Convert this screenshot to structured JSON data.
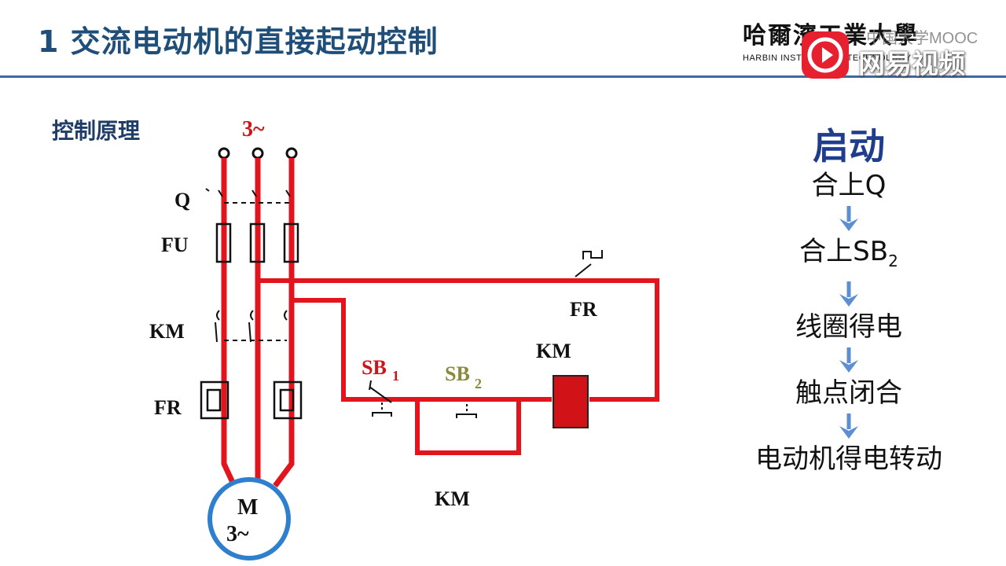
{
  "slide": {
    "title": "1 交流电动机的直接起动控制",
    "section_label": "控制原理"
  },
  "logo": {
    "university_cn": "哈爾濱工業大學",
    "university_en": "HARBIN INSTITUTE OF TECHNOLOGY",
    "mooc": "中国大学MOOC"
  },
  "watermark": {
    "text": "网易视频",
    "color": "#e6202e"
  },
  "circuit": {
    "source_label": "3~",
    "labels": {
      "q": "Q",
      "fu": "FU",
      "km_main": "KM",
      "fr_main": "FR",
      "fr_ctrl": "FR",
      "sb1": "SB",
      "sb1_sub": "1",
      "sb2": "SB",
      "sb2_sub": "2",
      "km_coil": "KM",
      "km_aux": "KM"
    },
    "motor": {
      "line1": "M",
      "line2": "3~"
    },
    "colors": {
      "wire": "#e2141c",
      "coil": "#d11318",
      "label_red": "#d11318",
      "label_green": "#8a8a3c",
      "motor_ring": "#2f7fcf"
    }
  },
  "flow": {
    "title": "启动",
    "steps": [
      {
        "text": "合上Q",
        "sub": ""
      },
      {
        "text": "合上SB",
        "sub": "2"
      },
      {
        "text": "线圈得电",
        "sub": ""
      },
      {
        "text": "触点闭合",
        "sub": ""
      },
      {
        "text": "电动机得电转动",
        "sub": ""
      }
    ],
    "arrow_color": "#5d8ed0"
  }
}
